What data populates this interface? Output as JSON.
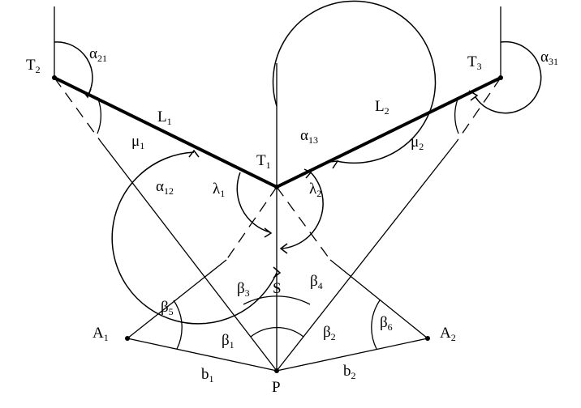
{
  "points": {
    "T2": {
      "base": "T",
      "sub": "2"
    },
    "T1": {
      "base": "T",
      "sub": "1"
    },
    "T3": {
      "base": "T",
      "sub": "3"
    },
    "A1": {
      "base": "A",
      "sub": "1"
    },
    "A2": {
      "base": "A",
      "sub": "2"
    },
    "P": {
      "base": "P",
      "sub": ""
    }
  },
  "segments": {
    "L1": {
      "base": "L",
      "sub": "1"
    },
    "L2": {
      "base": "L",
      "sub": "2"
    },
    "b1": {
      "base": "b",
      "sub": "1"
    },
    "b2": {
      "base": "b",
      "sub": "2"
    },
    "S": {
      "base": "S",
      "sub": ""
    }
  },
  "angles": {
    "alpha21": {
      "base": "α",
      "sub": "21"
    },
    "alpha31": {
      "base": "α",
      "sub": "31"
    },
    "alpha12": {
      "base": "α",
      "sub": "12"
    },
    "alpha13": {
      "base": "α",
      "sub": "13"
    },
    "mu1": {
      "base": "μ",
      "sub": "1"
    },
    "mu2": {
      "base": "μ",
      "sub": "2"
    },
    "lambda1": {
      "base": "λ",
      "sub": "1"
    },
    "lambda2": {
      "base": "λ",
      "sub": "2"
    },
    "beta1": {
      "base": "β",
      "sub": "1"
    },
    "beta2": {
      "base": "β",
      "sub": "2"
    },
    "beta3": {
      "base": "β",
      "sub": "3"
    },
    "beta4": {
      "base": "β",
      "sub": "4"
    },
    "beta5": {
      "base": "β",
      "sub": "5"
    },
    "beta6": {
      "base": "β",
      "sub": "6"
    }
  }
}
